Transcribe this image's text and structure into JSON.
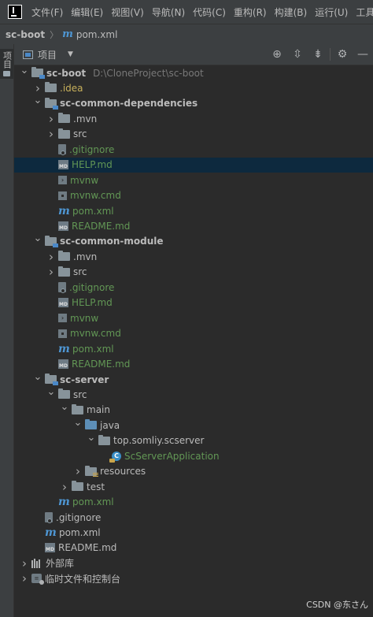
{
  "menu": [
    "文件(F)",
    "编辑(E)",
    "视图(V)",
    "导航(N)",
    "代码(C)",
    "重构(R)",
    "构建(B)",
    "运行(U)",
    "工具"
  ],
  "breadcrumb": {
    "project": "sc-boot",
    "file": "pom.xml"
  },
  "sidebar": {
    "tab_label": "项目"
  },
  "panel": {
    "title": "项目"
  },
  "tree": [
    {
      "depth": 0,
      "arrow": "down",
      "icon": "folder-module",
      "label": "sc-boot",
      "style": "bold",
      "hint": "D:\\CloneProject\\sc-boot"
    },
    {
      "depth": 1,
      "arrow": "right",
      "icon": "folder-idea",
      "label": ".idea",
      "style": "yellow"
    },
    {
      "depth": 1,
      "arrow": "down",
      "icon": "folder-module",
      "label": "sc-common-dependencies",
      "style": "bold"
    },
    {
      "depth": 2,
      "arrow": "right",
      "icon": "folder",
      "label": ".mvn",
      "style": ""
    },
    {
      "depth": 2,
      "arrow": "right",
      "icon": "folder",
      "label": "src",
      "style": ""
    },
    {
      "depth": 2,
      "arrow": "none",
      "icon": "git",
      "label": ".gitignore",
      "style": "green"
    },
    {
      "depth": 2,
      "arrow": "none",
      "icon": "md",
      "label": "HELP.md",
      "style": "green",
      "selected": true
    },
    {
      "depth": 2,
      "arrow": "none",
      "icon": "mvnw",
      "label": "mvnw",
      "style": "green"
    },
    {
      "depth": 2,
      "arrow": "none",
      "icon": "cmd",
      "label": "mvnw.cmd",
      "style": "green"
    },
    {
      "depth": 2,
      "arrow": "none",
      "icon": "maven",
      "label": "pom.xml",
      "style": "green"
    },
    {
      "depth": 2,
      "arrow": "none",
      "icon": "md",
      "label": "README.md",
      "style": "green"
    },
    {
      "depth": 1,
      "arrow": "down",
      "icon": "folder-module",
      "label": "sc-common-module",
      "style": "bold"
    },
    {
      "depth": 2,
      "arrow": "right",
      "icon": "folder",
      "label": ".mvn",
      "style": ""
    },
    {
      "depth": 2,
      "arrow": "right",
      "icon": "folder",
      "label": "src",
      "style": ""
    },
    {
      "depth": 2,
      "arrow": "none",
      "icon": "git",
      "label": ".gitignore",
      "style": "green"
    },
    {
      "depth": 2,
      "arrow": "none",
      "icon": "md",
      "label": "HELP.md",
      "style": "green"
    },
    {
      "depth": 2,
      "arrow": "none",
      "icon": "mvnw",
      "label": "mvnw",
      "style": "green"
    },
    {
      "depth": 2,
      "arrow": "none",
      "icon": "cmd",
      "label": "mvnw.cmd",
      "style": "green"
    },
    {
      "depth": 2,
      "arrow": "none",
      "icon": "maven",
      "label": "pom.xml",
      "style": "green"
    },
    {
      "depth": 2,
      "arrow": "none",
      "icon": "md",
      "label": "README.md",
      "style": "green"
    },
    {
      "depth": 1,
      "arrow": "down",
      "icon": "folder-module",
      "label": "sc-server",
      "style": "bold"
    },
    {
      "depth": 2,
      "arrow": "down",
      "icon": "folder",
      "label": "src",
      "style": ""
    },
    {
      "depth": 3,
      "arrow": "down",
      "icon": "folder",
      "label": "main",
      "style": ""
    },
    {
      "depth": 4,
      "arrow": "down",
      "icon": "folder-blue",
      "label": "java",
      "style": ""
    },
    {
      "depth": 5,
      "arrow": "down",
      "icon": "folder",
      "label": "top.somliy.scserver",
      "style": ""
    },
    {
      "depth": 6,
      "arrow": "none",
      "icon": "class",
      "label": "ScServerApplication",
      "style": "green"
    },
    {
      "depth": 4,
      "arrow": "right",
      "icon": "folder-res",
      "label": "resources",
      "style": ""
    },
    {
      "depth": 3,
      "arrow": "right",
      "icon": "folder",
      "label": "test",
      "style": ""
    },
    {
      "depth": 2,
      "arrow": "none",
      "icon": "maven",
      "label": "pom.xml",
      "style": "green"
    },
    {
      "depth": 1,
      "arrow": "none",
      "icon": "git",
      "label": ".gitignore",
      "style": ""
    },
    {
      "depth": 1,
      "arrow": "none",
      "icon": "maven",
      "label": "pom.xml",
      "style": ""
    },
    {
      "depth": 1,
      "arrow": "none",
      "icon": "md",
      "label": "README.md",
      "style": ""
    },
    {
      "depth": 0,
      "arrow": "right",
      "icon": "library",
      "label": "外部库",
      "style": ""
    },
    {
      "depth": 0,
      "arrow": "right",
      "icon": "scratch",
      "label": "临时文件和控制台",
      "style": ""
    }
  ],
  "watermark": "CSDN @东さん"
}
